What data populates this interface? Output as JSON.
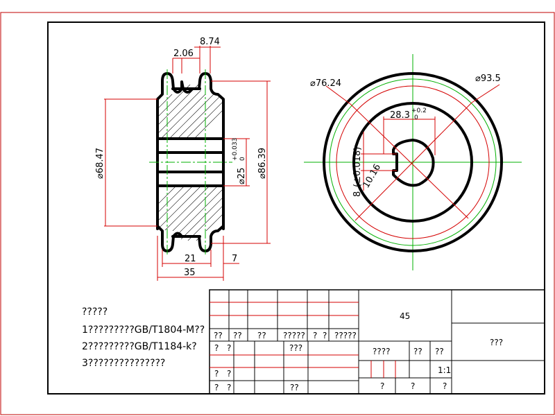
{
  "front_view": {
    "dims": {
      "d874": "8.74",
      "d206": "2.06",
      "d6847": "⌀68.47",
      "d8639": "⌀86.39",
      "d25": "⌀25",
      "d25_tol_up": "+0.033",
      "d25_tol_low": "0",
      "d21": "21",
      "d7": "7",
      "d35": "35"
    }
  },
  "side_view": {
    "dims": {
      "d7624": "⌀76.24",
      "d935": "⌀93.5",
      "d283": "28.3",
      "d283_tol_up": "+0.2",
      "d283_tol_low": "0",
      "d8": "8",
      "d8_tol": "(±0.018)",
      "d16": "10.16"
    }
  },
  "notes": {
    "title": "?????",
    "line1": "1?????????GB/T1804-M??",
    "line2": "2?????????GB/T1184-k?",
    "line3": "3???????????????"
  },
  "title_block": {
    "material": "45",
    "name": "???",
    "scale": "1:1",
    "r1": [
      "??",
      "??",
      "??",
      "?????",
      "?",
      "?",
      "?????"
    ],
    "r2a": "?",
    "r2b": "?",
    "r2c": "???",
    "r3": [
      "?",
      "?"
    ],
    "r4": [
      "?",
      "?",
      "??"
    ],
    "mid": [
      "????",
      "??",
      "??"
    ],
    "bot": [
      "?",
      "?",
      "?"
    ]
  },
  "colors": {
    "dimension": "#d40000",
    "centerline": "#00b000",
    "outline": "#000000",
    "border": "#c00000"
  }
}
